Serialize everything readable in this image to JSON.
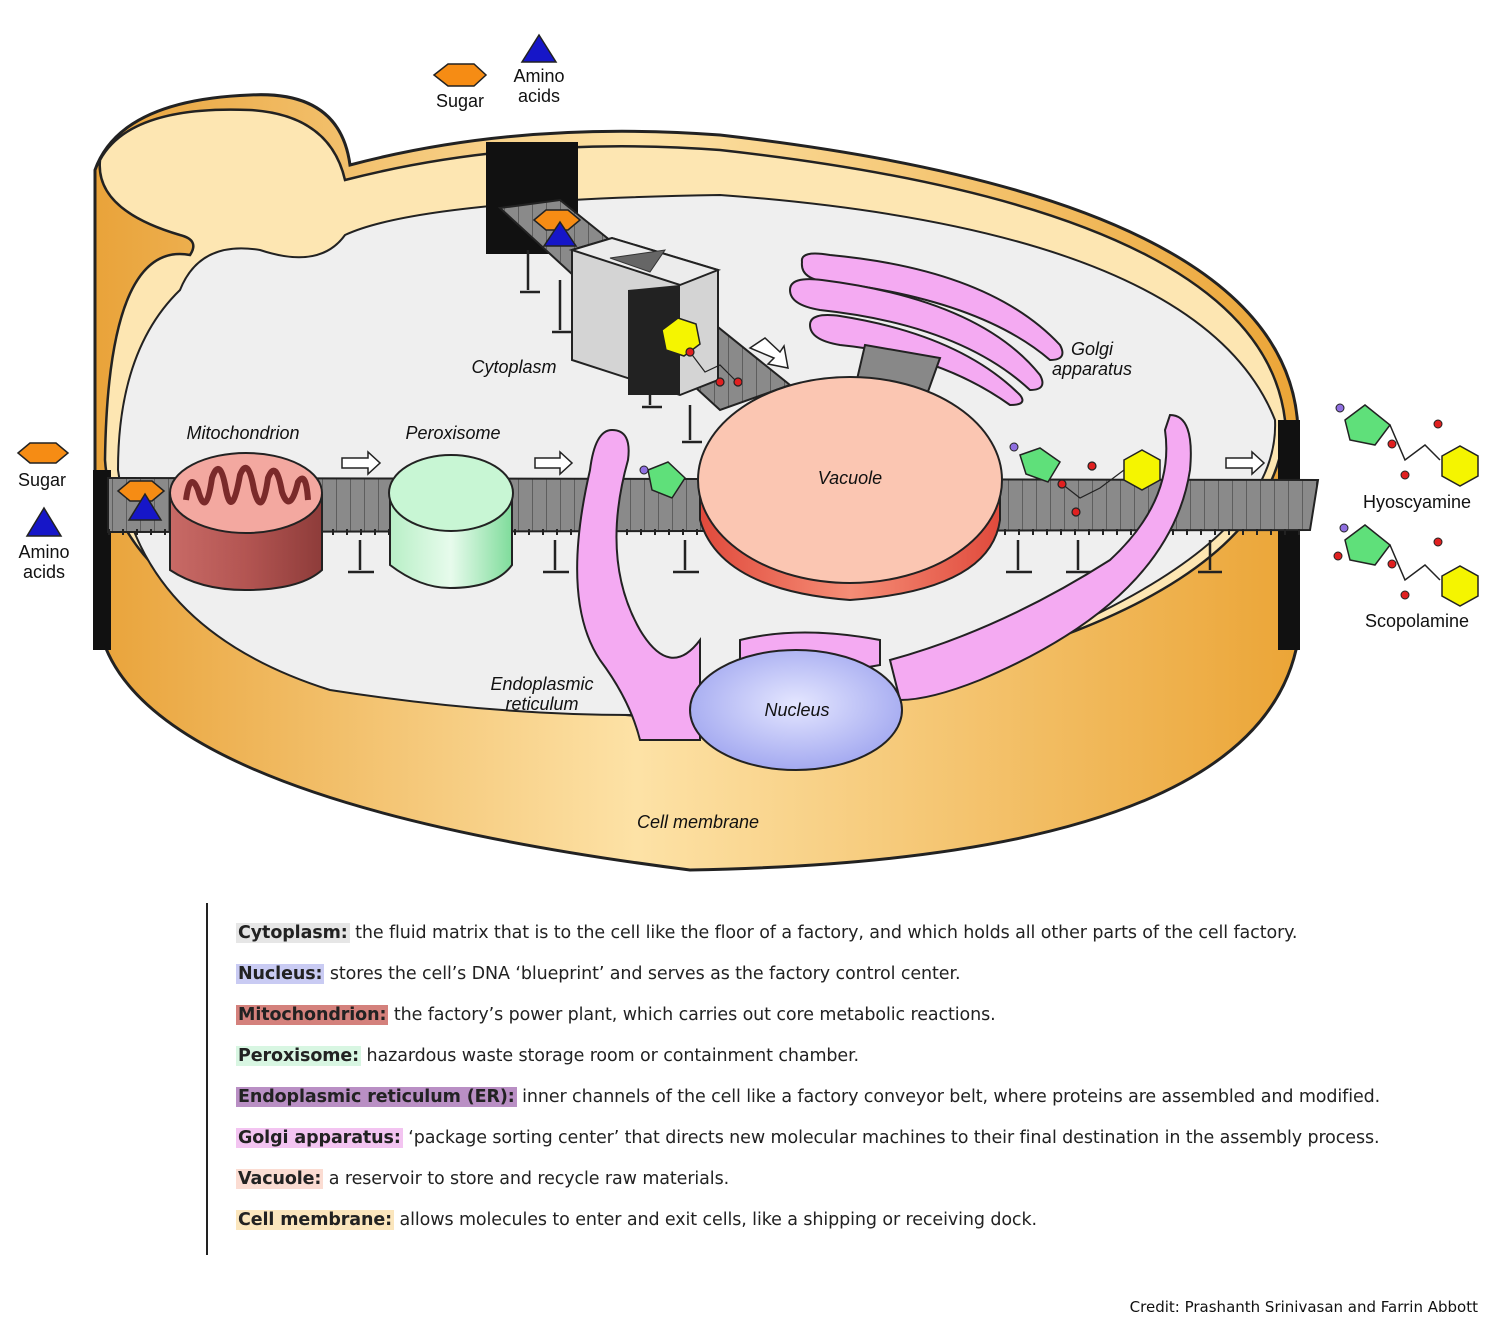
{
  "labels": {
    "sugar_top": "Sugar",
    "amino_top_1": "Amino",
    "amino_top_2": "acids",
    "sugar_left": "Sugar",
    "amino_left_1": "Amino",
    "amino_left_2": "acids",
    "cytoplasm": "Cytoplasm",
    "golgi_1": "Golgi",
    "golgi_2": "apparatus",
    "mitochondrion": "Mitochondrion",
    "peroxisome": "Peroxisome",
    "vacuole": "Vacuole",
    "endoplasmic_1": "Endoplasmic",
    "endoplasmic_2": "reticulum",
    "nucleus": "Nucleus",
    "cell_membrane": "Cell membrane",
    "hyoscyamine": "Hyoscyamine",
    "scopolamine": "Scopolamine"
  },
  "legend": [
    {
      "term": "Cytoplasm:",
      "text": " the fluid matrix that is to the cell like the floor of a factory, and which holds all other parts of the cell factory.",
      "color": "#e6e6e6"
    },
    {
      "term": "Nucleus:",
      "text": " stores the cell’s DNA ‘blueprint’ and serves as the factory control center.",
      "color": "#c9cbf3"
    },
    {
      "term": "Mitochondrion:",
      "text": " the factory’s power plant, which carries out core metabolic reactions.",
      "color": "#d4817c"
    },
    {
      "term": "Peroxisome:",
      "text": " hazardous waste storage room or containment chamber.",
      "color": "#d8f6e2"
    },
    {
      "term": "Endoplasmic reticulum (ER):",
      "text": " inner channels of the cell like a factory conveyor belt, where proteins are assembled and modified.",
      "color": "#b98fc4"
    },
    {
      "term": "Golgi apparatus:",
      "text": " ‘package sorting center’ that directs new molecular machines to their final destination in the assembly process.",
      "color": "#f3c4f1"
    },
    {
      "term": "Vacuole:",
      "text": " a reservoir to store and recycle raw materials.",
      "color": "#fbdcd2"
    },
    {
      "term": "Cell membrane:",
      "text": " allows molecules to enter and exit cells, like a shipping or receiving dock.",
      "color": "#fbe6bd"
    }
  ],
  "credit": "Credit: Prashanth Srinivasan and Farrin Abbott",
  "colors": {
    "membrane": "#f2b94c",
    "membrane_inner": "#fde7b5",
    "cytoplasm": "#efefef",
    "mitochondrion": "#b55a58",
    "peroxisome": "#c9f3d6",
    "vacuole": "#f8b9a2",
    "nucleus": "#b8bdf5",
    "er_golgi": "#f4aaf2",
    "er_shadow": "#b07ab7",
    "sugar": "#f68c14",
    "amino": "#1616c8",
    "ring": "#f5f500",
    "ring_green": "#5fe07a"
  }
}
